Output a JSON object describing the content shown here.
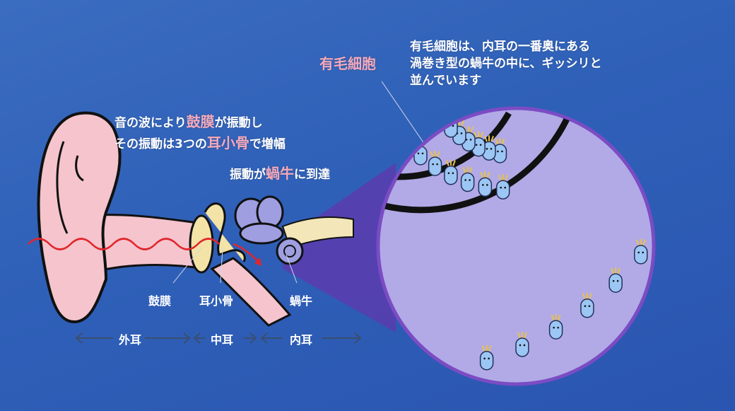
{
  "callouts": {
    "hair_cell_label": "有毛細胞",
    "hair_cell_desc": [
      "有毛細胞は、内耳の一番奥にある",
      "渦巻き型の蝸牛の中に、ギッシリと",
      "並んでいます"
    ],
    "line1": {
      "pre": "音の波により",
      "hl": "鼓膜",
      "post": "が振動し"
    },
    "line2": {
      "pre": "その振動は3つの",
      "hl": "耳小骨",
      "post": "で増幅"
    },
    "line3": {
      "pre": "振動が",
      "hl": "蝸牛",
      "post": "に到達"
    }
  },
  "parts": {
    "eardrum": "鼓膜",
    "ossicles": "耳小骨",
    "cochlea": "蝸牛"
  },
  "regions": {
    "outer": "外耳",
    "middle": "中耳",
    "inner": "内耳"
  },
  "colors": {
    "highlight": "#f4a9bb",
    "ear": "#f5c4cd",
    "magnifier": "#b2aae6",
    "magnifier_border": "#7b4cc4",
    "hair_cell": "#9cc6f4"
  }
}
